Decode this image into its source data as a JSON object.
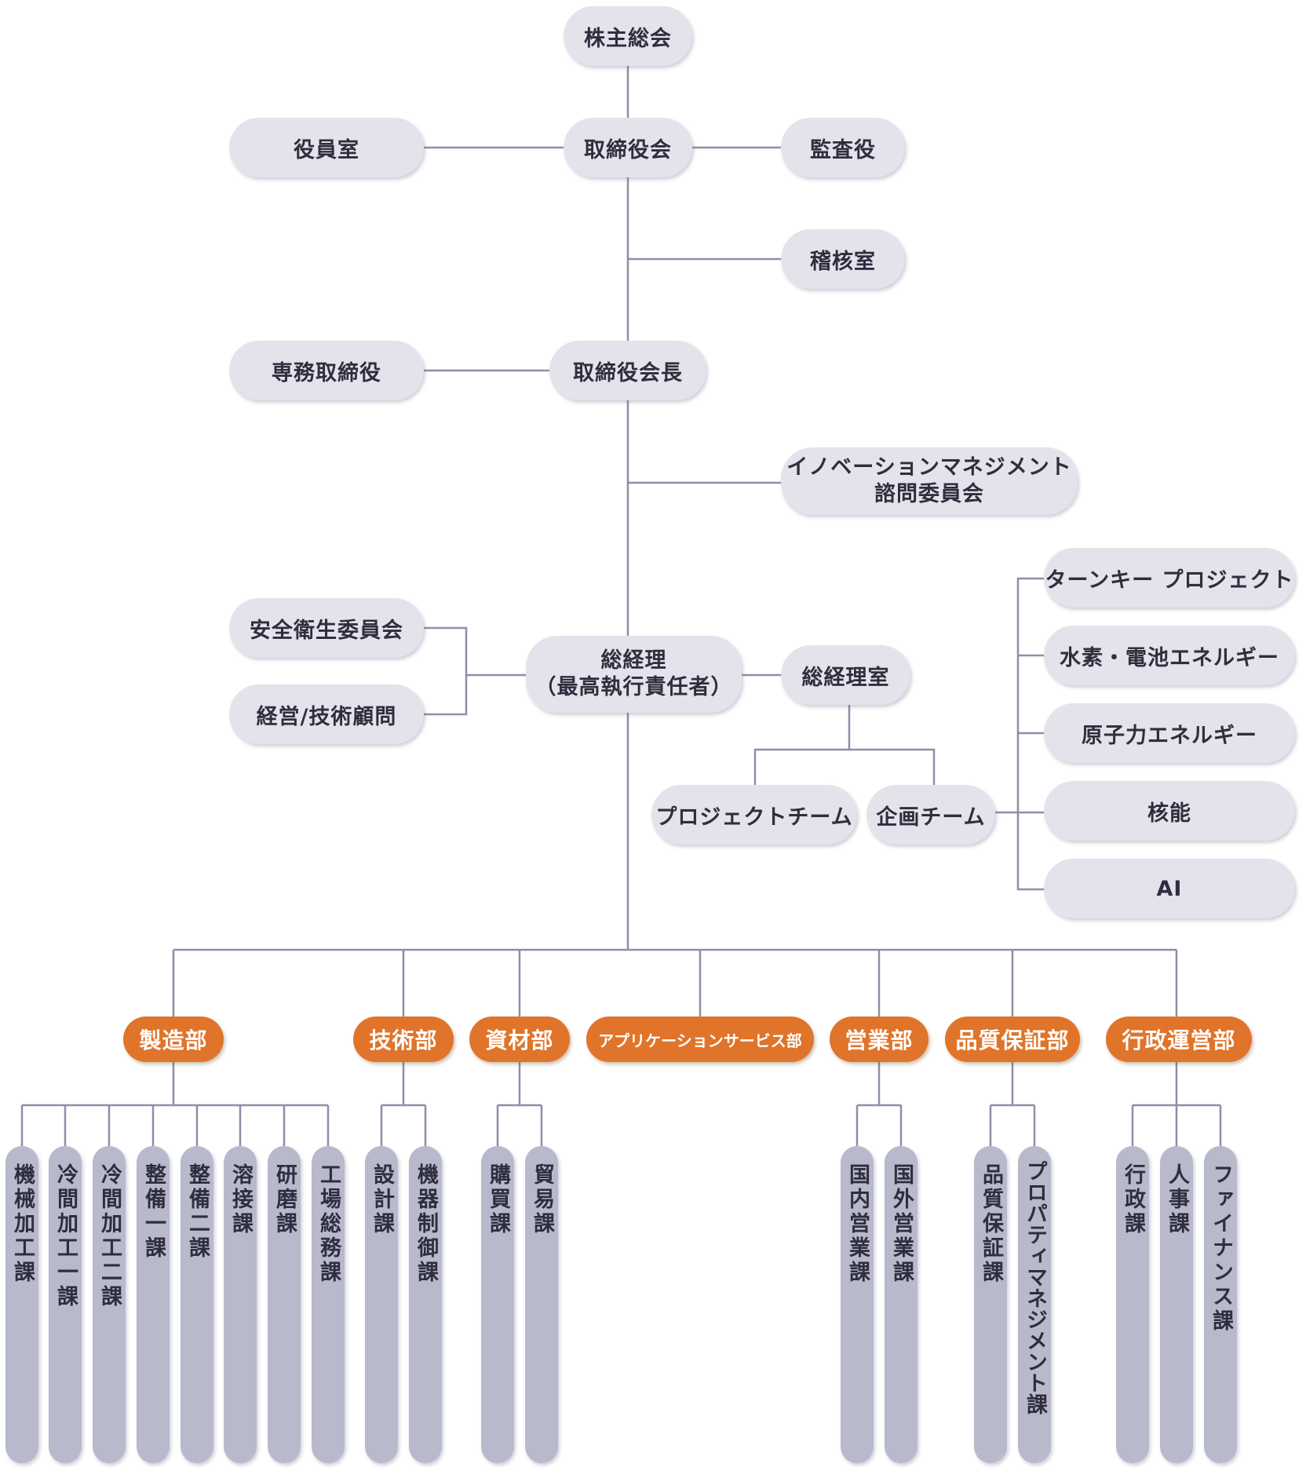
{
  "colors": {
    "node": "#e3e3ec",
    "line": "#8e8ea8",
    "department": "#e0742a",
    "section": "#b9b9cc",
    "text": "#2e2e3e"
  },
  "top": {
    "shareholders": "株主総会",
    "board": "取締役会",
    "officers_office": "役員室",
    "auditor": "監査役",
    "audit_office": "稽核室",
    "executive_director": "専務取締役",
    "chairman": "取締役会長",
    "innovation_committee": "イノベーションマネジメント\n諮問委員会",
    "safety_committee": "安全衛生委員会",
    "advisors": "経営/技術顧問",
    "gm": "総経理\n（最高執行責任者）",
    "gm_office": "総経理室",
    "project_team": "プロジェクトチーム",
    "planning_team": "企画チーム"
  },
  "planning_areas": [
    "ターンキー プロジェクト",
    "水素・電池エネルギー",
    "原子力エネルギー",
    "核能",
    "AI"
  ],
  "departments": [
    {
      "name": "製造部",
      "sections": [
        "機械加工課",
        "冷間加工一課",
        "冷間加工二課",
        "整備一課",
        "整備二課",
        "溶接課",
        "研磨課",
        "工場総務課"
      ]
    },
    {
      "name": "技術部",
      "sections": [
        "設計課",
        "機器制御課"
      ]
    },
    {
      "name": "資材部",
      "sections": [
        "購買課",
        "貿易課"
      ]
    },
    {
      "name": "アプリケーションサービス部",
      "sections": []
    },
    {
      "name": "営業部",
      "sections": [
        "国内営業課",
        "国外営業課"
      ]
    },
    {
      "name": "品質保証部",
      "sections": [
        "品質保証課",
        "プロパティマネジメント課"
      ]
    },
    {
      "name": "行政運営部",
      "sections": [
        "行政課",
        "人事課",
        "ファイナンス課"
      ]
    }
  ]
}
